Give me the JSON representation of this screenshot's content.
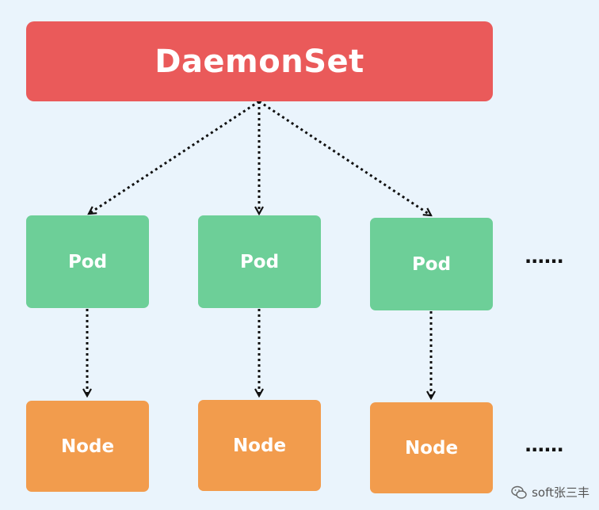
{
  "diagram": {
    "root_label": "DaemonSet",
    "pods": [
      "Pod",
      "Pod",
      "Pod"
    ],
    "nodes": [
      "Node",
      "Node",
      "Node"
    ],
    "continuation_pods": "......",
    "continuation_nodes": "......",
    "colors": {
      "background": "#eaf4fc",
      "daemonset": "#ea5a5a",
      "pod": "#6dcf98",
      "node": "#f29c4d",
      "arrow": "#111111"
    }
  },
  "watermark": {
    "text": "soft张三丰",
    "icon": "wechat-icon"
  }
}
